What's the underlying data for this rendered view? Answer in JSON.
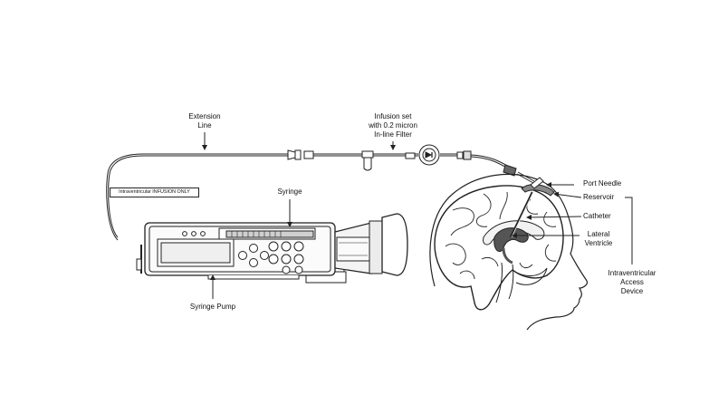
{
  "labels": {
    "extension_line": [
      "Extension",
      "Line"
    ],
    "infusion_set": [
      "Infusion set",
      "with 0.2 micron",
      "In-line Filter"
    ],
    "syringe": "Syringe",
    "syringe_pump": "Syringe Pump",
    "port_needle": "Port Needle",
    "reservoir": "Reservoir",
    "catheter": "Catheter",
    "lateral_ventricle": [
      "Lateral",
      "Ventricle"
    ],
    "access_device": [
      "Intraventricular",
      "Access",
      "Device"
    ],
    "tube_tag": "Intraventricular INFUSION ONLY"
  },
  "colors": {
    "line": "#222222",
    "fill_light": "#f2f2f2",
    "fill_gray": "#b5b5b5",
    "fill_dark": "#555555"
  }
}
